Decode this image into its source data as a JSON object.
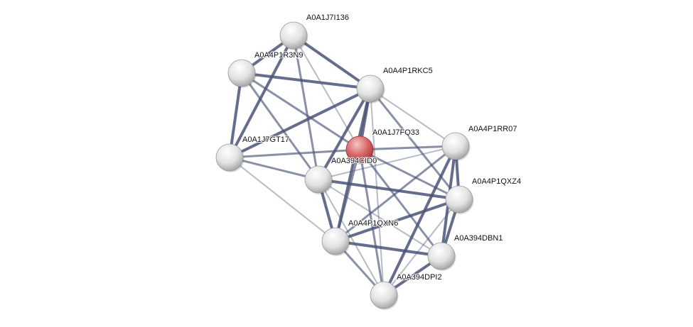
{
  "network": {
    "query_node": "A0A1J7FQ33",
    "colors": {
      "edge": "#4a5478",
      "node": "#e6e6e6",
      "query_node": "#d45a5a"
    },
    "nodes": [
      {
        "id": "A0A1J7I136"
      },
      {
        "id": "A0A4P1R3N9"
      },
      {
        "id": "A0A4P1RKC5"
      },
      {
        "id": "A0A1J7FQ33"
      },
      {
        "id": "A0A4P1RR07"
      },
      {
        "id": "A0A1J7GT17"
      },
      {
        "id": "A0A394CID0"
      },
      {
        "id": "A0A4P1QXZ4"
      },
      {
        "id": "A0A4P1QXN6"
      },
      {
        "id": "A0A394DBN1"
      },
      {
        "id": "A0A394DPI2"
      }
    ],
    "edges": [
      [
        "A0A1J7I136",
        "A0A4P1R3N9",
        3
      ],
      [
        "A0A1J7I136",
        "A0A4P1RKC5",
        3
      ],
      [
        "A0A1J7I136",
        "A0A1J7GT17",
        3
      ],
      [
        "A0A1J7I136",
        "A0A394CID0",
        2
      ],
      [
        "A0A1J7I136",
        "A0A1J7FQ33",
        1
      ],
      [
        "A0A4P1R3N9",
        "A0A4P1RKC5",
        3
      ],
      [
        "A0A4P1R3N9",
        "A0A1J7GT17",
        3
      ],
      [
        "A0A4P1R3N9",
        "A0A394CID0",
        2
      ],
      [
        "A0A4P1R3N9",
        "A0A1J7FQ33",
        2
      ],
      [
        "A0A4P1RKC5",
        "A0A1J7GT17",
        3
      ],
      [
        "A0A4P1RKC5",
        "A0A1J7FQ33",
        3
      ],
      [
        "A0A4P1RKC5",
        "A0A394CID0",
        3
      ],
      [
        "A0A4P1RKC5",
        "A0A4P1QXN6",
        3
      ],
      [
        "A0A4P1RKC5",
        "A0A4P1RR07",
        1
      ],
      [
        "A0A4P1RKC5",
        "A0A4P1QXZ4",
        2
      ],
      [
        "A0A4P1RKC5",
        "A0A394DPI2",
        1
      ],
      [
        "A0A1J7GT17",
        "A0A1J7FQ33",
        2
      ],
      [
        "A0A1J7GT17",
        "A0A394CID0",
        2
      ],
      [
        "A0A1J7GT17",
        "A0A4P1QXN6",
        1
      ],
      [
        "A0A1J7FQ33",
        "A0A4P1RR07",
        2
      ],
      [
        "A0A1J7FQ33",
        "A0A4P1QXN6",
        2
      ],
      [
        "A0A1J7FQ33",
        "A0A4P1QXZ4",
        2
      ],
      [
        "A0A1J7FQ33",
        "A0A394DPI2",
        2
      ],
      [
        "A0A1J7FQ33",
        "A0A394DBN1",
        2
      ],
      [
        "A0A394CID0",
        "A0A4P1RR07",
        1
      ],
      [
        "A0A394CID0",
        "A0A4P1QXZ4",
        3
      ],
      [
        "A0A394CID0",
        "A0A4P1QXN6",
        3
      ],
      [
        "A0A394CID0",
        "A0A394DBN1",
        1
      ],
      [
        "A0A394CID0",
        "A0A394DPI2",
        1
      ],
      [
        "A0A4P1RR07",
        "A0A4P1QXZ4",
        3
      ],
      [
        "A0A4P1RR07",
        "A0A394DBN1",
        3
      ],
      [
        "A0A4P1RR07",
        "A0A4P1QXN6",
        2
      ],
      [
        "A0A4P1RR07",
        "A0A394DPI2",
        3
      ],
      [
        "A0A4P1QXZ4",
        "A0A4P1QXN6",
        3
      ],
      [
        "A0A4P1QXZ4",
        "A0A394DBN1",
        3
      ],
      [
        "A0A4P1QXZ4",
        "A0A394DPI2",
        1
      ],
      [
        "A0A4P1QXN6",
        "A0A394DBN1",
        3
      ],
      [
        "A0A4P1QXN6",
        "A0A394DPI2",
        2
      ],
      [
        "A0A394DBN1",
        "A0A394DPI2",
        3
      ]
    ]
  }
}
